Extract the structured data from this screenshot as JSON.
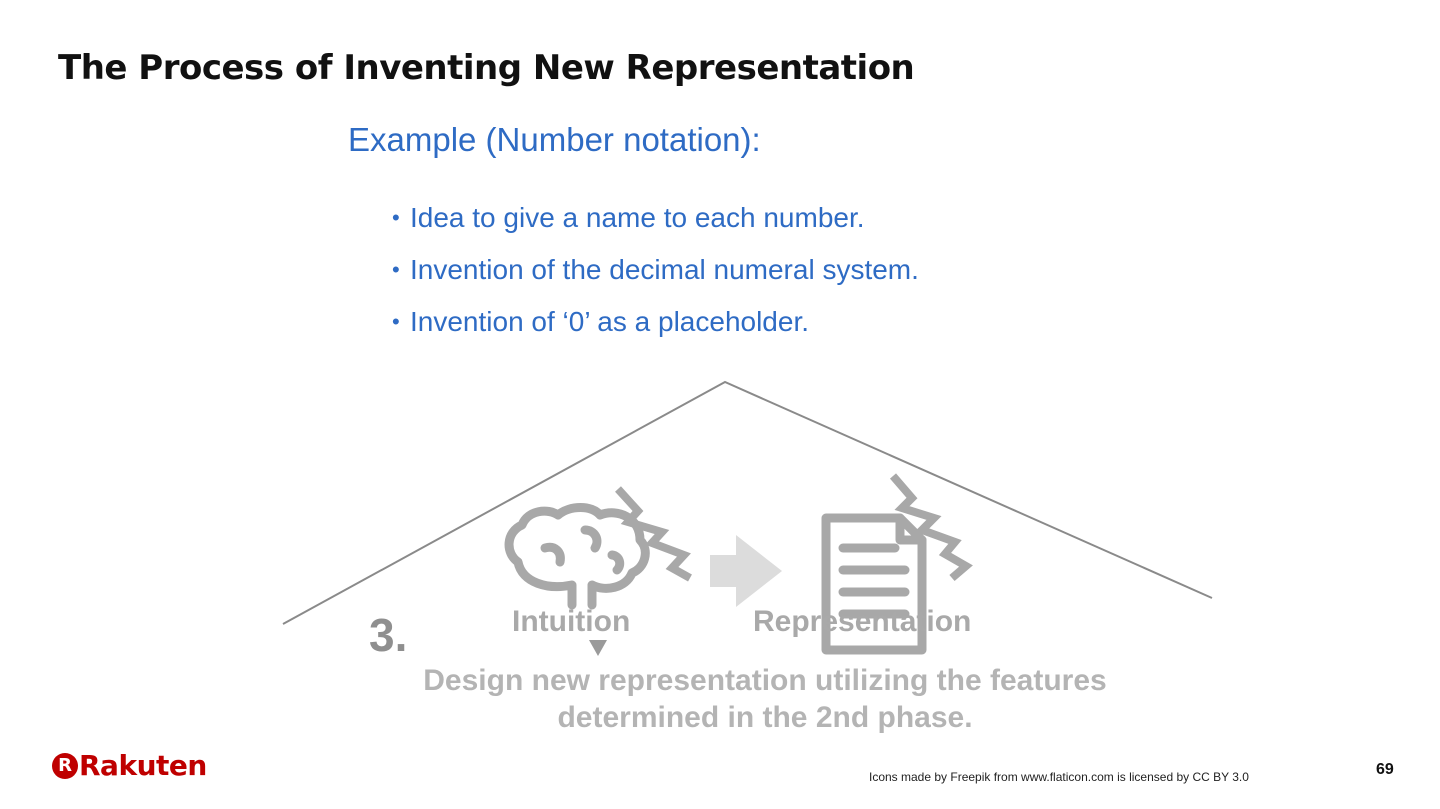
{
  "slide": {
    "title": "The Process of Inventing New Representation",
    "example_heading": "Example (Number notation):",
    "bullets": [
      "Idea to give a name to each number.",
      "Invention of  the decimal numeral system.",
      "Invention of ‘0’ as a placeholder."
    ],
    "bullet_symbol": "•"
  },
  "diagram": {
    "step_number": "3.",
    "intuition_label": "Intuition",
    "representation_label": "Representation",
    "description_line1": "Design new representation utilizing the features",
    "description_line2": "determined in the 2nd phase.",
    "icons": [
      "brain-icon",
      "lightning-icon",
      "arrow-right-icon",
      "document-icon",
      "down-arrow-icon"
    ]
  },
  "footer": {
    "logo_badge": "R",
    "logo_text": "Rakuten",
    "credit": "Icons made by Freepik from www.flaticon.com is licensed by CC BY 3.0",
    "page_number": "69"
  },
  "colors": {
    "accent_blue": "#2e6bc4",
    "logo_red": "#bf0000",
    "icon_gray": "#a9a9a9"
  }
}
